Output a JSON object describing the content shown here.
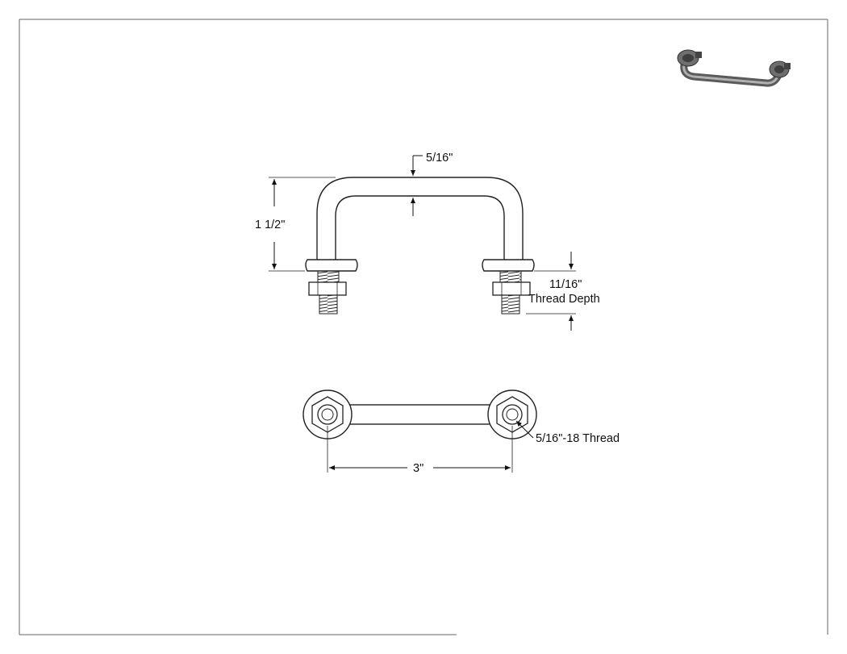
{
  "dimensions": {
    "rod_diameter": "5/16\"",
    "height": "1 1/2\"",
    "thread_depth_value": "11/16\"",
    "thread_depth_label": "Thread Depth",
    "thread_spec": "5/16\"-18 Thread",
    "center_spacing": "3\""
  },
  "colors": {
    "line": "#111111",
    "frame": "#555555",
    "render_metal": "#8a8a8a"
  }
}
